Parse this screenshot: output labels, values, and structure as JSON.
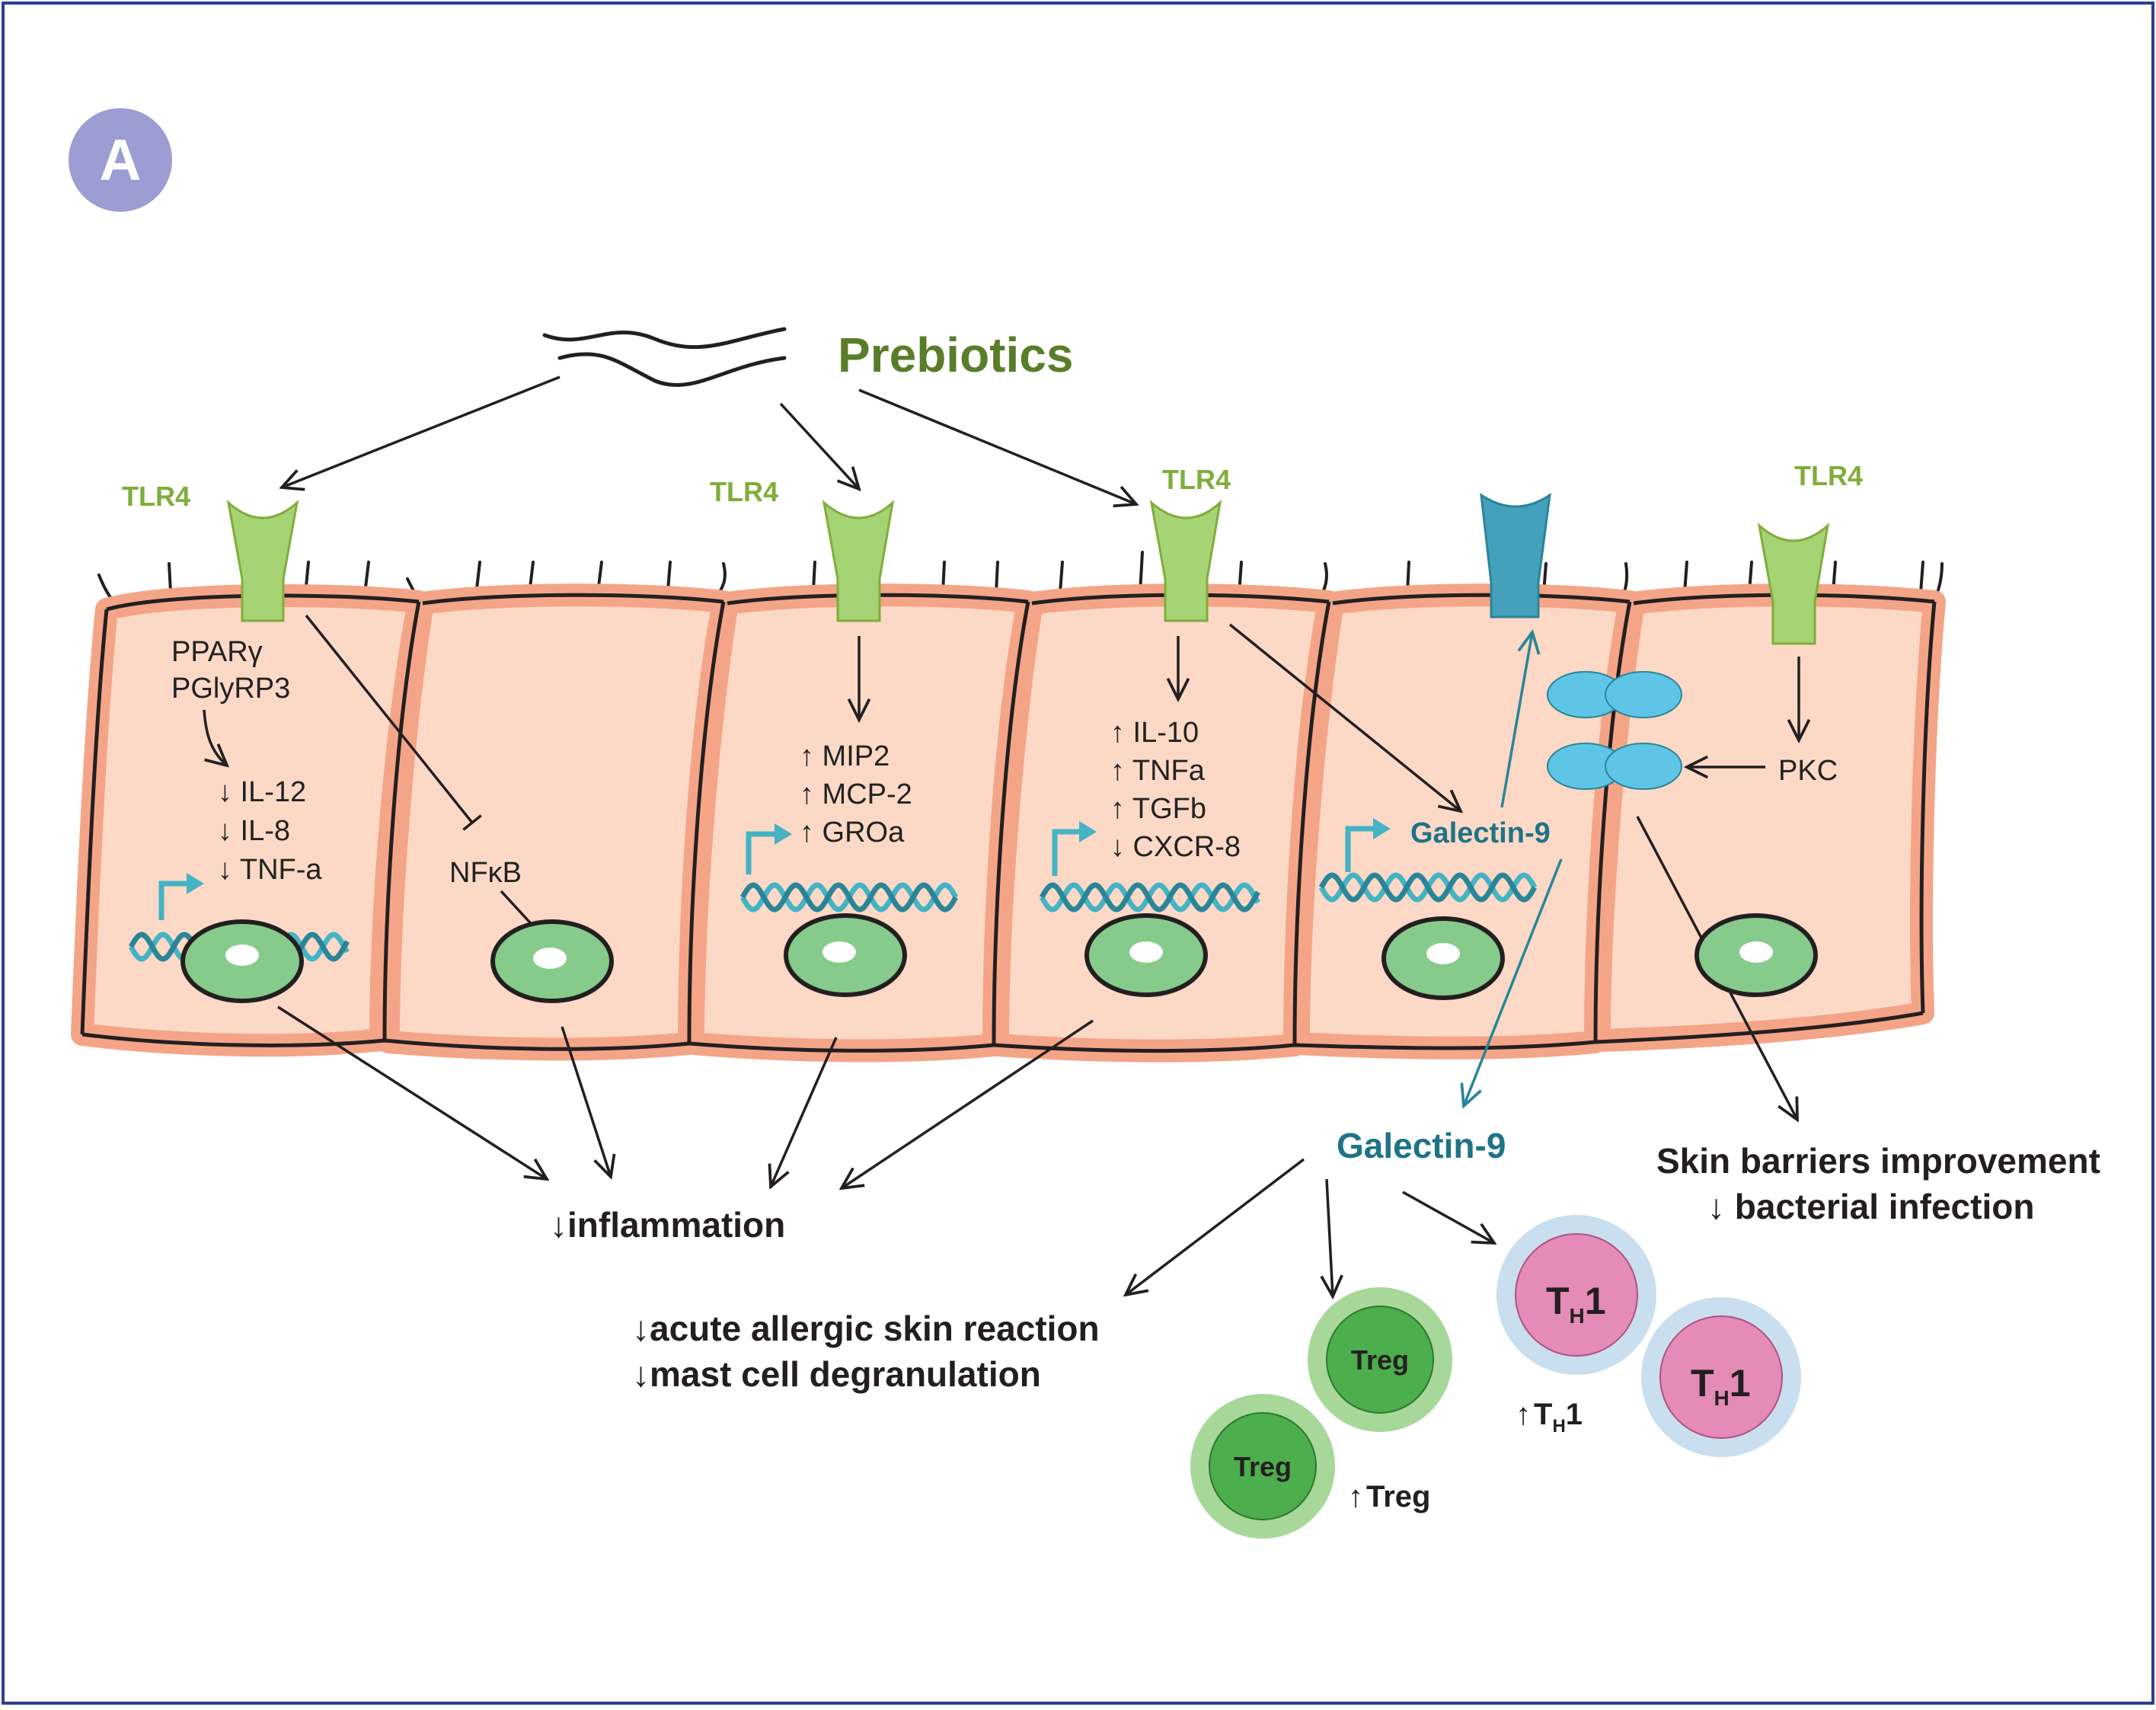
{
  "panel_label": "A",
  "prebiotics_label": "Prebiotics",
  "receptors": [
    "TLR4",
    "TLR4",
    "TLR4",
    "TLR4"
  ],
  "cell1": {
    "line1": "PPARγ",
    "line2": "PGlyRP3",
    "items": [
      "↓ IL-12",
      "↓ IL-8",
      "↓ TNF-a"
    ]
  },
  "cell2": {
    "nfkb": "NFκB"
  },
  "cell3": {
    "items": [
      "↑ MIP2",
      "↑ MCP-2",
      "↑ GROa"
    ]
  },
  "cell4": {
    "items": [
      "↑ IL-10",
      "↑ TNFa",
      "↑ TGFb",
      "↓ CXCR-8"
    ]
  },
  "cell5": {
    "galectin_inner": "Galectin-9"
  },
  "cell6": {
    "pkc": "PKC"
  },
  "galectin_outer": "Galectin-9",
  "inflammation": "↓inflammation",
  "allergy": {
    "line1": "↓acute allergic skin reaction",
    "line2": "↓mast cell degranulation"
  },
  "skin": {
    "line1": "Skin barriers improvement",
    "line2": "↓ bacterial infection"
  },
  "treg": {
    "cell_label": "Treg",
    "up_arrow": "↑",
    "up_label": "Treg"
  },
  "th1": {
    "cell_T": "T",
    "cell_H": "H",
    "cell_1": "1",
    "up_arrow": "↑"
  },
  "colors": {
    "frame": "#2e3f8f",
    "badge": "#9b9dd3",
    "prebiotics": "#5a7d2a",
    "tlr4": "#a6d374",
    "tlr4_label": "#7fae3b",
    "galectin_receptor": "#45a0bc",
    "galectin_text": "#1e7386",
    "cell_border": "#f5a587",
    "cell_fill": "#fcd9c6",
    "nucleus": "#86cb8c",
    "dna": "#45b3c4",
    "tight_junction": "#5ec5e6",
    "treg_outer": "#a8d79a",
    "treg_inner": "#4cae4c",
    "th1_outer": "#c9dff0",
    "th1_inner": "#e48bb8"
  }
}
